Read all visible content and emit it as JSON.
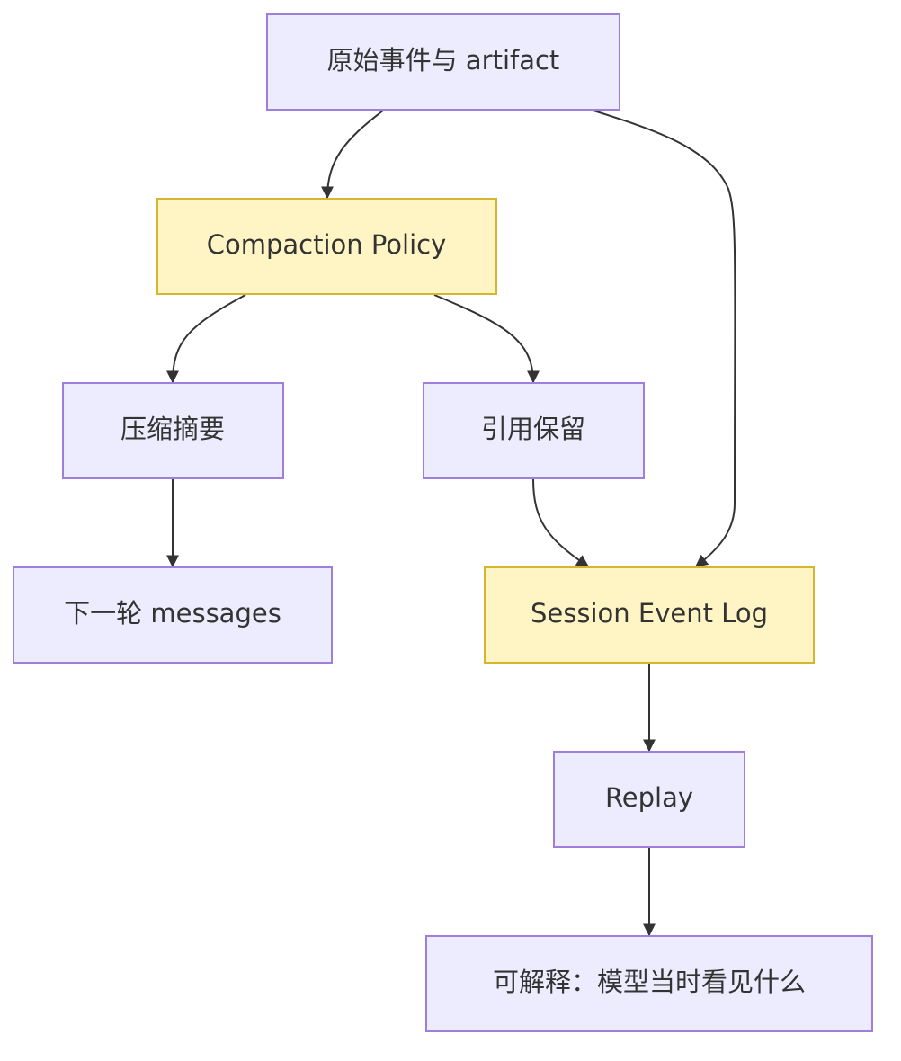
{
  "diagram": {
    "nodes": {
      "raw_events": "原始事件与 artifact",
      "compaction_policy": "Compaction Policy",
      "compressed_summary": "压缩摘要",
      "reference_retention": "引用保留",
      "next_messages": "下一轮 messages",
      "session_event_log": "Session Event Log",
      "replay": "Replay",
      "explainable": "可解释：模型当时看见什么"
    },
    "edges": [
      {
        "from": "raw_events",
        "to": "compaction_policy"
      },
      {
        "from": "raw_events",
        "to": "session_event_log"
      },
      {
        "from": "compaction_policy",
        "to": "compressed_summary"
      },
      {
        "from": "compaction_policy",
        "to": "reference_retention"
      },
      {
        "from": "compressed_summary",
        "to": "next_messages"
      },
      {
        "from": "reference_retention",
        "to": "session_event_log"
      },
      {
        "from": "session_event_log",
        "to": "replay"
      },
      {
        "from": "replay",
        "to": "explainable"
      }
    ],
    "colors": {
      "node_fill": "#ececfe",
      "node_stroke": "#9f7fdb",
      "highlight_fill": "#fff5c4",
      "highlight_stroke": "#d6b62a",
      "edge": "#333333",
      "text": "#333333"
    }
  }
}
